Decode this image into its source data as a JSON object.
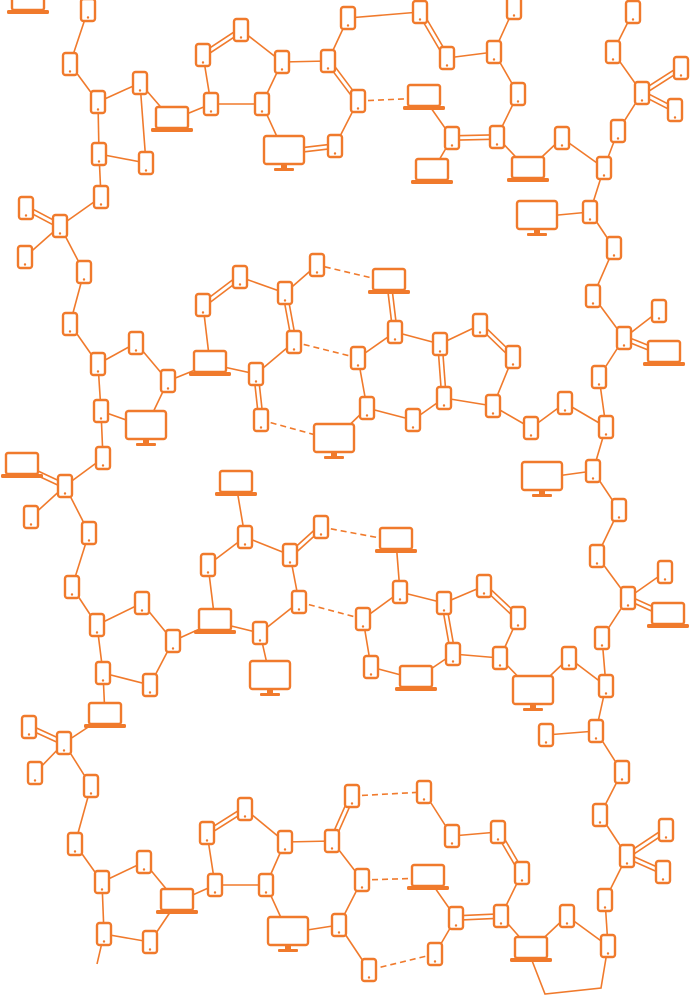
{
  "theme": {
    "accent": "#f07a2c",
    "background": "#ffffff"
  },
  "diagram": {
    "type": "network",
    "node_kinds": {
      "p": "smartphone-icon",
      "l": "laptop-icon",
      "m": "monitor-icon"
    },
    "link_kinds": [
      "single",
      "double",
      "dashed"
    ],
    "text_labels": []
  }
}
